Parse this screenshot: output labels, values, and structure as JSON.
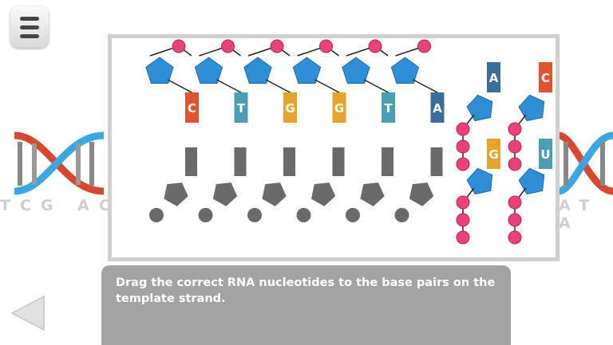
{
  "background_sequence": {
    "left": "TCG ACC",
    "right": "AT A"
  },
  "template_strand": {
    "bases": [
      {
        "letter": "C",
        "color": "#e0552e"
      },
      {
        "letter": "T",
        "color": "#4aa0b2"
      },
      {
        "letter": "G",
        "color": "#e5a52b"
      },
      {
        "letter": "G",
        "color": "#e5a52b"
      },
      {
        "letter": "T",
        "color": "#4aa0b2"
      },
      {
        "letter": "A",
        "color": "#3a6e9b"
      }
    ]
  },
  "rna_nucleotides": [
    {
      "letter": "A",
      "color": "#3a6e9b"
    },
    {
      "letter": "C",
      "color": "#e0552e"
    },
    {
      "letter": "G",
      "color": "#e5a52b"
    },
    {
      "letter": "U",
      "color": "#4aa0b2"
    }
  ],
  "instructions": "Drag the correct RNA nucleotides to the base pairs on the template strand.",
  "colors": {
    "sugar": "#2f8fd6",
    "phosphate": "#e94178",
    "placeholder": "#6a6a6a",
    "instruction_bg": "#a3a3a3"
  },
  "icons": {
    "menu": "hamburger-menu-icon",
    "back": "back-arrow-icon"
  }
}
